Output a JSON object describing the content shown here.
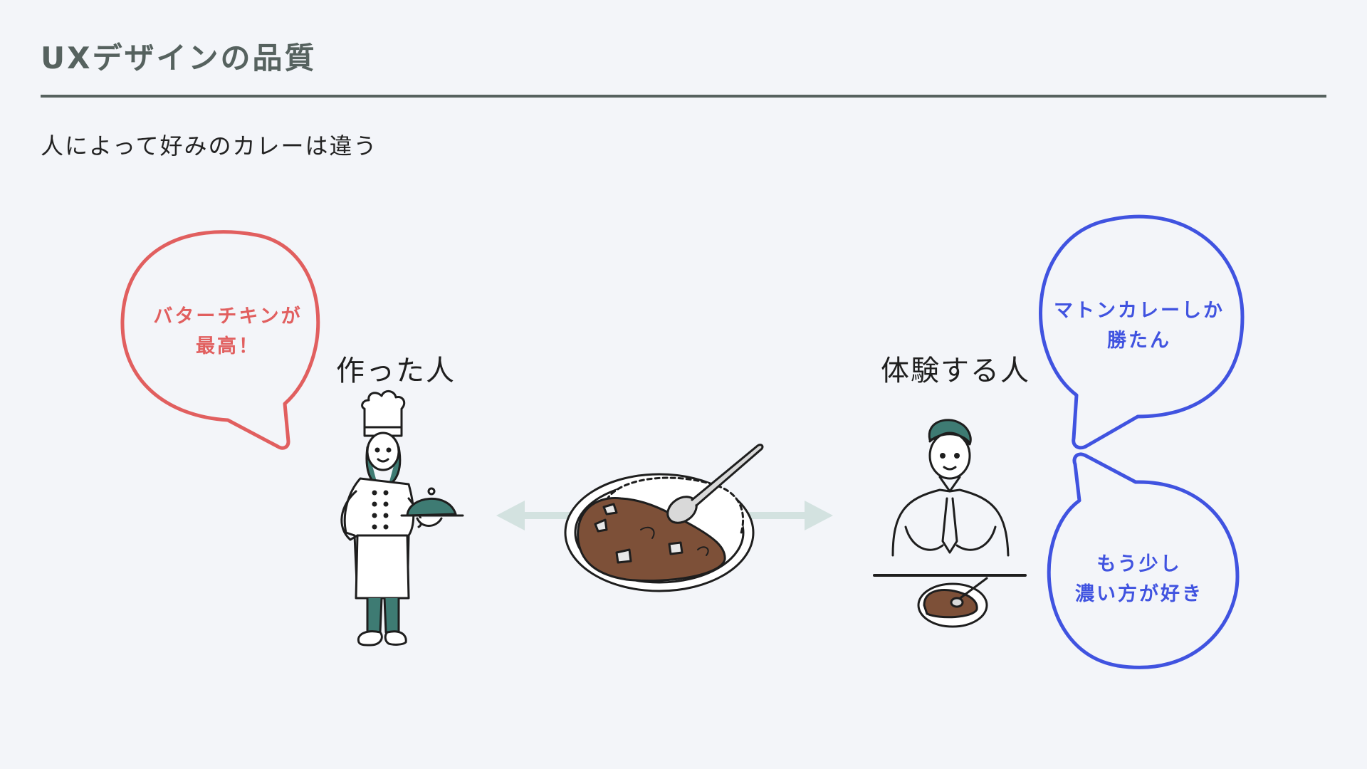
{
  "slide": {
    "title": "UXデザインの品質",
    "subtitle": "人によって好みのカレーは違う"
  },
  "diagram": {
    "maker_label": "作った人",
    "user_label": "体験する人",
    "bubbles": {
      "maker": {
        "line1": "バターチキンが",
        "line2": "最高！"
      },
      "user_top": {
        "line1": "マトンカレーしか",
        "line2": "勝たん"
      },
      "user_bottom": {
        "line1": "もう少し",
        "line2": "濃い方が好き"
      }
    }
  },
  "colors": {
    "title": "#56625f",
    "bubble_red": "#e15f5f",
    "bubble_blue": "#4053e0",
    "arrow": "#d3e2e0",
    "accent_teal": "#3e7b73",
    "curry": "#7d5038"
  },
  "icons": {
    "chef": "chef-illustration",
    "curry": "curry-plate-illustration",
    "customer": "customer-illustration"
  }
}
